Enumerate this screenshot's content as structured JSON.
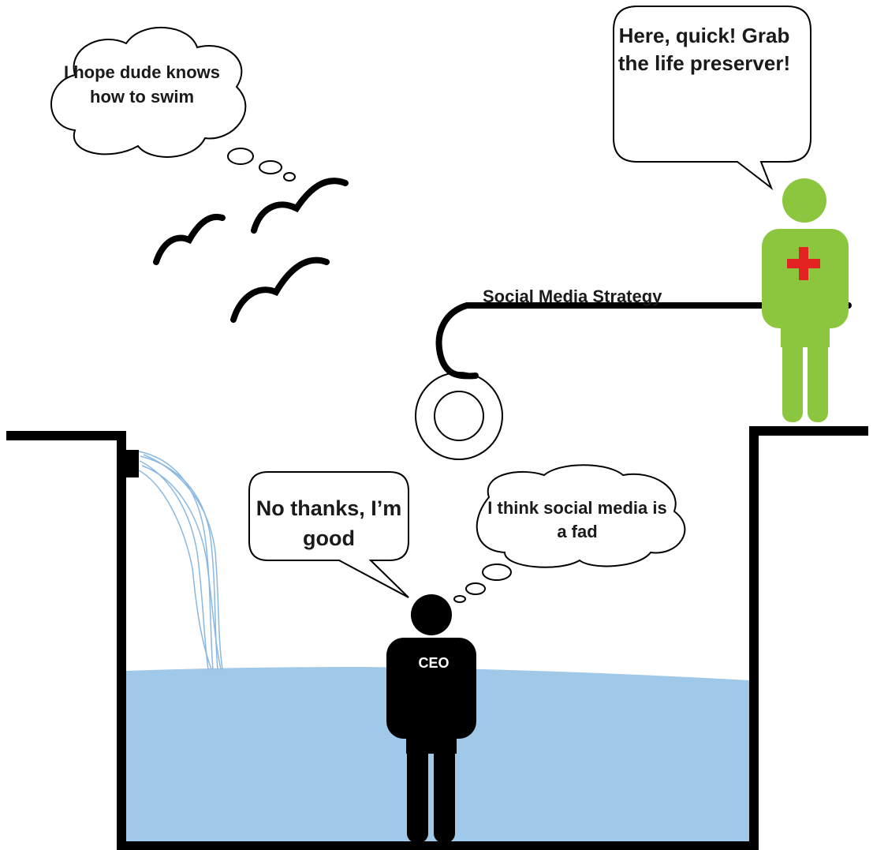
{
  "bubbles": {
    "spectator_thought": "I hope dude knows how to swim",
    "lifeguard_speech": "Here, quick! Grab the life preserver!",
    "ceo_speech": "No thanks, I’m good",
    "ceo_thought": "I think social media is a fad"
  },
  "rope_label": "Social Media Strategy",
  "ceo_shirt_label": "CEO",
  "colors": {
    "water": "#a0c8e8",
    "lifeguard": "#8cc63f",
    "cross": "#e32222",
    "outline": "#000000"
  }
}
